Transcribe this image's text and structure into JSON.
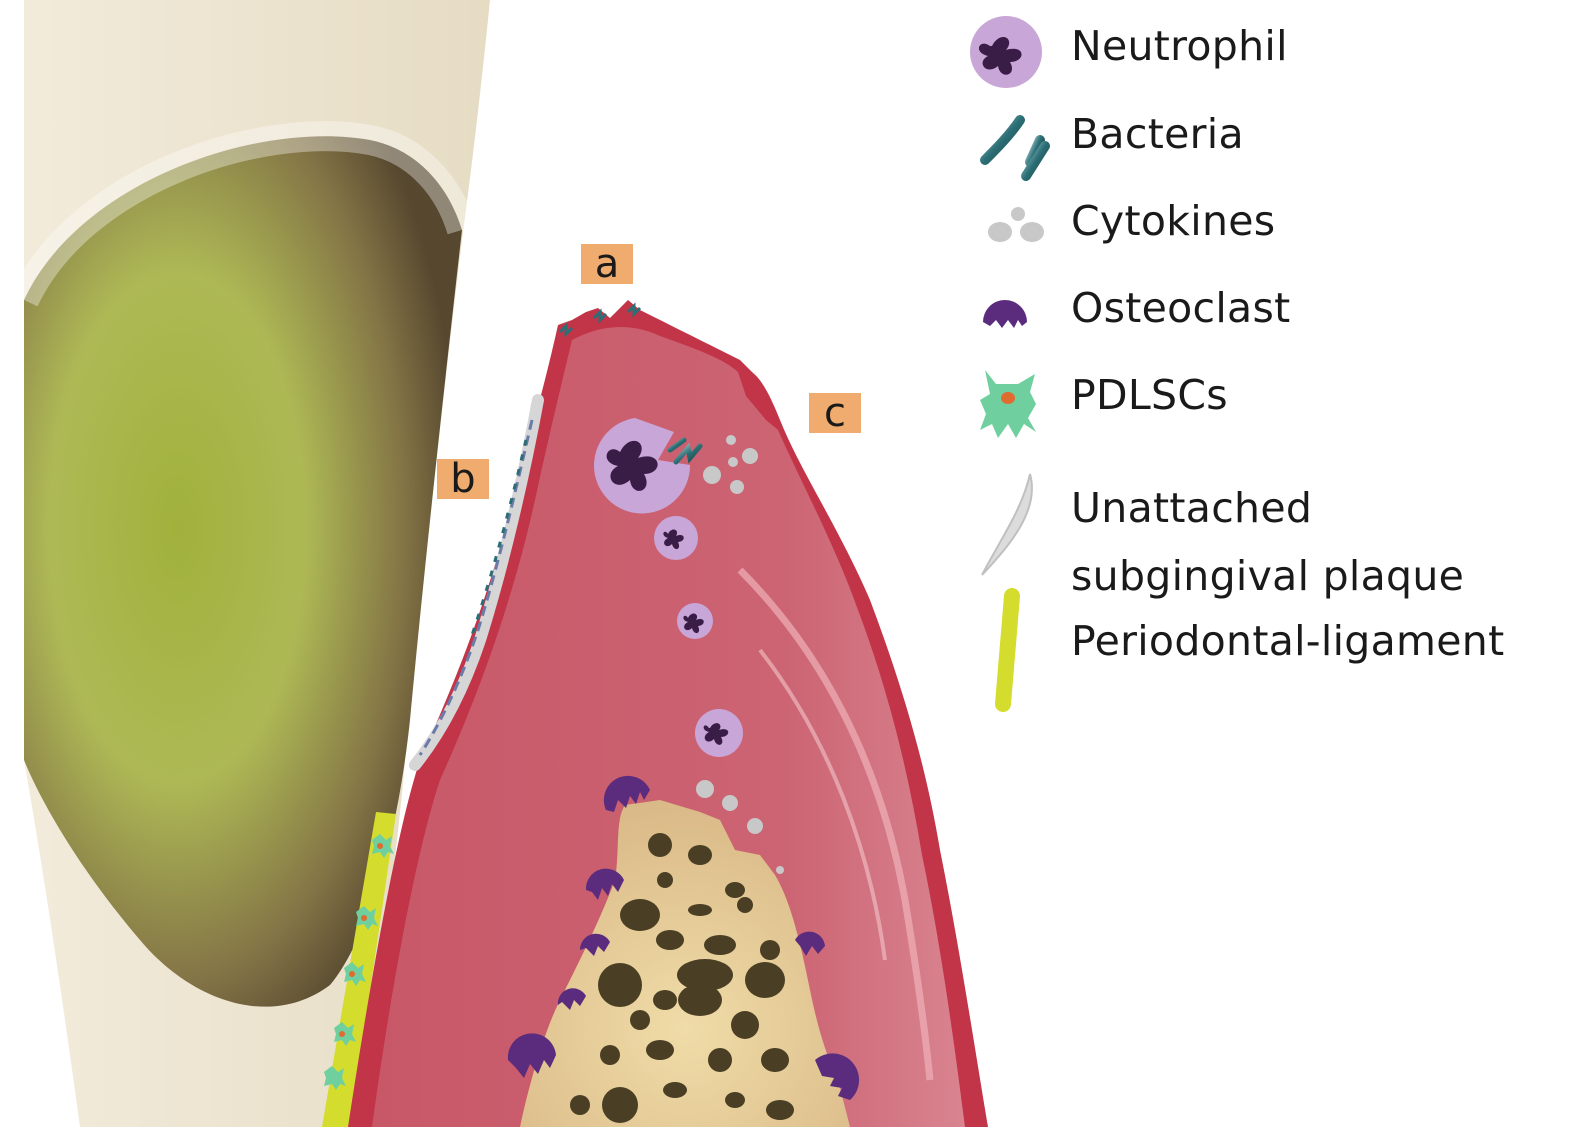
{
  "legend": [
    {
      "label": "Neutrophil",
      "icon": "neutrophil-icon"
    },
    {
      "label": "Bacteria",
      "icon": "bacteria-icon"
    },
    {
      "label": "Cytokines",
      "icon": "cytokines-icon"
    },
    {
      "label": "Osteoclast",
      "icon": "osteoclast-icon"
    },
    {
      "label": "PDLSCs",
      "icon": "pdlsc-icon"
    },
    {
      "label": "Unattached\nsubgingival plaque",
      "icon": "plaque-icon"
    },
    {
      "label": "Periodontal-ligament",
      "icon": "ligament-icon"
    }
  ],
  "markers": {
    "a": "a",
    "b": "b",
    "c": "c"
  },
  "colors": {
    "gingiva": "#c95d6b",
    "gingiva_border": "#c23448",
    "bone": "#e5c99a",
    "bone_hole": "#4a3f24",
    "neutrophil": "#c9a6d8",
    "neutrophil_nucleus": "#3a1d46",
    "osteoclast": "#5b2c7d",
    "pdlsc": "#6fcf9f",
    "ligament": "#d4dc2e",
    "marker": "#f0ab6e",
    "tooth": "#efe6d3",
    "plaque_green": "#9aad2e"
  }
}
